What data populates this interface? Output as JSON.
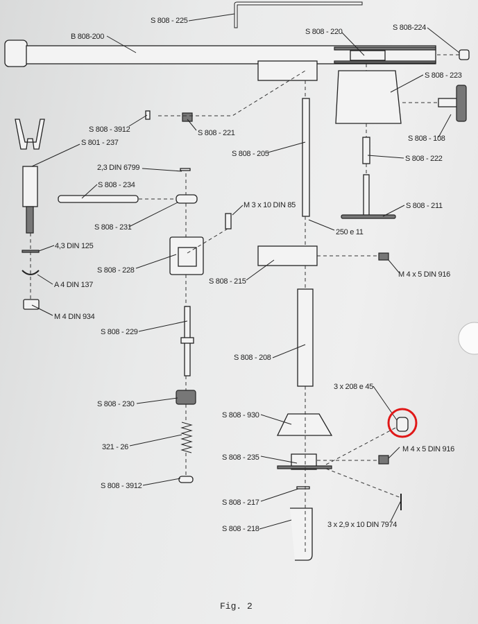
{
  "figure": {
    "caption": "Fig. 2",
    "highlight_color": "#e01818",
    "labels": [
      "S 808 - 225",
      "B 808-200",
      "S 808 - 220",
      "S 808-224",
      "S 808 - 223",
      "S 808 - 3912",
      "S 808 - 221",
      "S 801 - 237",
      "S 808 - 108",
      "S 808 - 205",
      "S 808 - 222",
      "2,3 DIN 6799",
      "S 808 - 234",
      "M 3 x 10 DIN 85",
      "S 808 - 211",
      "S 808 - 231",
      "250 e 11",
      "4,3 DIN 125",
      "S 808 - 228",
      "S 808 - 215",
      "M 4 x 5 DIN 916",
      "A 4 DIN 137",
      "M 4 DIN 934",
      "S 808 - 229",
      "S 808 - 208",
      "3 x 208 e 45",
      "S 808 - 230",
      "S 808 - 930",
      "321 - 26",
      "M 4 x 5 DIN 916",
      "S 808 - 235",
      "S 808 - 3912",
      "S 808 - 217",
      "3 x 2,9 x 10 DIN 7974",
      "S 808 - 218"
    ]
  }
}
